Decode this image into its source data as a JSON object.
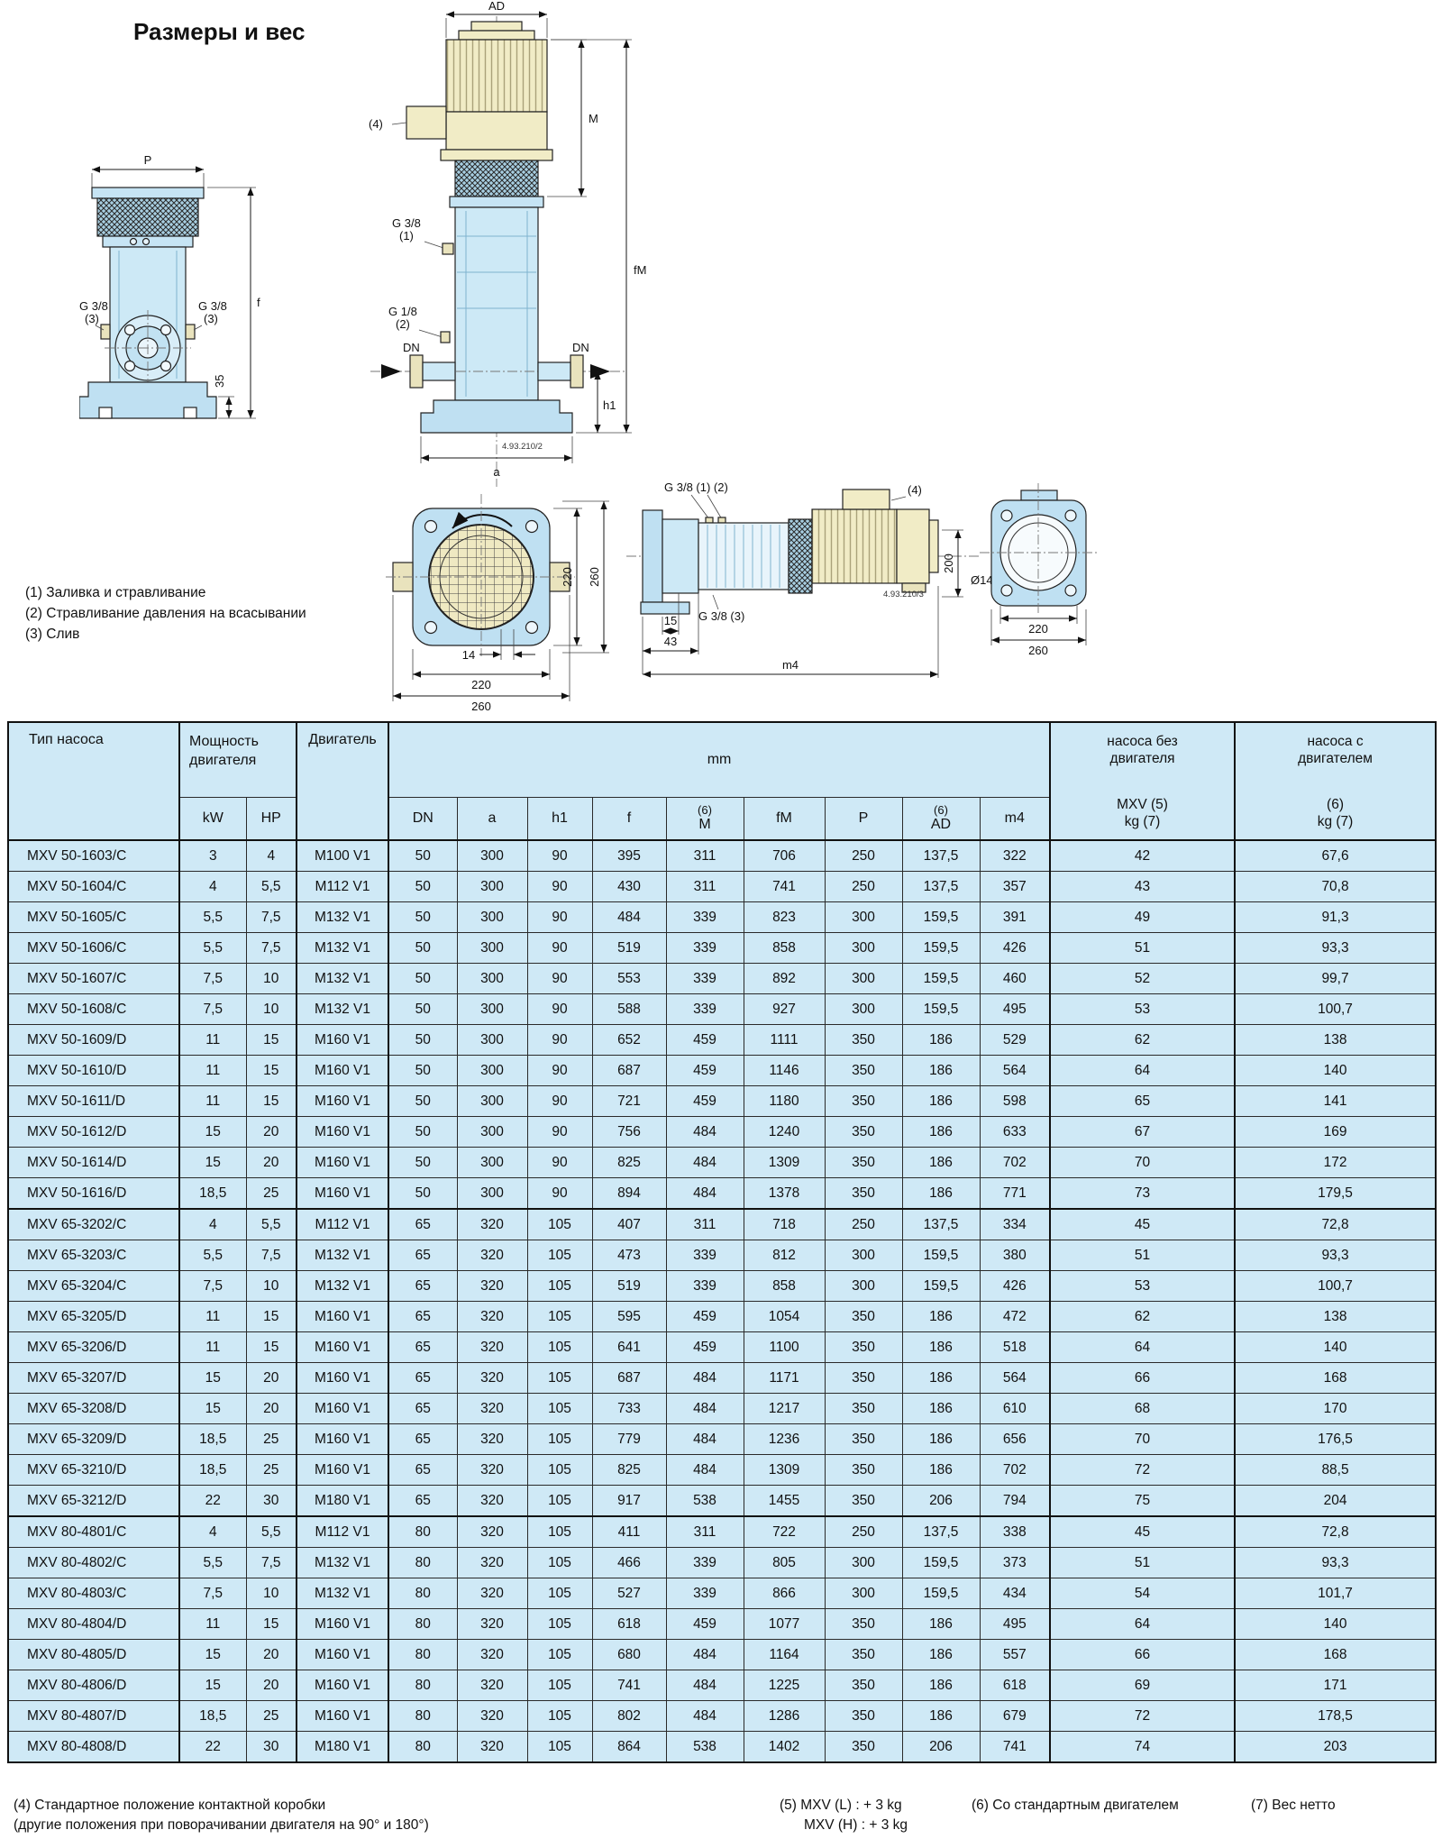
{
  "page": {
    "title": "Размеры и вес"
  },
  "legend": {
    "l1": "(1) Заливка и стравливание",
    "l2": "(2) Стравливание давления на всасывании",
    "l3": "(3) Слив"
  },
  "drawing": {
    "front": {
      "dim_p": "P",
      "dim_f": "f",
      "dim_35": "35",
      "g38": "G 3/8",
      "n3": "(3)"
    },
    "side": {
      "dim_ad": "AD",
      "dim_m": "M",
      "dim_fm": "fM",
      "dim_h1": "h1",
      "dim_a": "a",
      "dn": "DN",
      "g38": "G 3/8",
      "n1": "(1)",
      "g18": "G 1/8",
      "n2": "(2)",
      "n4": "(4)",
      "code": "4.93.210/2"
    },
    "top": {
      "d220": "220",
      "d260": "260",
      "d14": "14"
    },
    "horiz": {
      "g38_12": "G 3/8 (1) (2)",
      "g38_3": "G 3/8 (3)",
      "n4": "(4)",
      "code": "4.93.210/3",
      "d15": "15",
      "d43": "43",
      "dm4": "m4",
      "d200": "200",
      "dia14": "Ø14",
      "d220": "220",
      "d260": "260"
    }
  },
  "table": {
    "header": {
      "type": "Тип насоса",
      "power_l1": "Мощность",
      "power_l2": "двигателя",
      "kw": "kW",
      "hp": "HP",
      "motor": "Двигатель",
      "mm": "mm",
      "dn": "DN",
      "a": "a",
      "h1": "h1",
      "f": "f",
      "sup6": "(6)",
      "m": "M",
      "fm": "fM",
      "p": "P",
      "ad": "AD",
      "m4": "m4",
      "wo_l1": "насоса без",
      "wo_l2": "двигателя",
      "wo_l3": "MXV (5)",
      "wo_l4": "kg (7)",
      "w_l1": "насоса с",
      "w_l2": "двигателем",
      "w_l3": "(6)",
      "w_l4": "kg (7)"
    },
    "groups": [
      [
        [
          "MXV 50-1603/C",
          "3",
          "4",
          "M100 V1",
          "50",
          "300",
          "90",
          "395",
          "311",
          "706",
          "250",
          "137,5",
          "322",
          "42",
          "67,6"
        ],
        [
          "MXV 50-1604/C",
          "4",
          "5,5",
          "M112 V1",
          "50",
          "300",
          "90",
          "430",
          "311",
          "741",
          "250",
          "137,5",
          "357",
          "43",
          "70,8"
        ],
        [
          "MXV 50-1605/C",
          "5,5",
          "7,5",
          "M132 V1",
          "50",
          "300",
          "90",
          "484",
          "339",
          "823",
          "300",
          "159,5",
          "391",
          "49",
          "91,3"
        ],
        [
          "MXV 50-1606/C",
          "5,5",
          "7,5",
          "M132 V1",
          "50",
          "300",
          "90",
          "519",
          "339",
          "858",
          "300",
          "159,5",
          "426",
          "51",
          "93,3"
        ],
        [
          "MXV 50-1607/C",
          "7,5",
          "10",
          "M132 V1",
          "50",
          "300",
          "90",
          "553",
          "339",
          "892",
          "300",
          "159,5",
          "460",
          "52",
          "99,7"
        ],
        [
          "MXV 50-1608/C",
          "7,5",
          "10",
          "M132 V1",
          "50",
          "300",
          "90",
          "588",
          "339",
          "927",
          "300",
          "159,5",
          "495",
          "53",
          "100,7"
        ],
        [
          "MXV 50-1609/D",
          "11",
          "15",
          "M160 V1",
          "50",
          "300",
          "90",
          "652",
          "459",
          "1111",
          "350",
          "186",
          "529",
          "62",
          "138"
        ],
        [
          "MXV 50-1610/D",
          "11",
          "15",
          "M160 V1",
          "50",
          "300",
          "90",
          "687",
          "459",
          "1146",
          "350",
          "186",
          "564",
          "64",
          "140"
        ],
        [
          "MXV 50-1611/D",
          "11",
          "15",
          "M160 V1",
          "50",
          "300",
          "90",
          "721",
          "459",
          "1180",
          "350",
          "186",
          "598",
          "65",
          "141"
        ],
        [
          "MXV 50-1612/D",
          "15",
          "20",
          "M160 V1",
          "50",
          "300",
          "90",
          "756",
          "484",
          "1240",
          "350",
          "186",
          "633",
          "67",
          "169"
        ],
        [
          "MXV 50-1614/D",
          "15",
          "20",
          "M160 V1",
          "50",
          "300",
          "90",
          "825",
          "484",
          "1309",
          "350",
          "186",
          "702",
          "70",
          "172"
        ],
        [
          "MXV 50-1616/D",
          "18,5",
          "25",
          "M160 V1",
          "50",
          "300",
          "90",
          "894",
          "484",
          "1378",
          "350",
          "186",
          "771",
          "73",
          "179,5"
        ]
      ],
      [
        [
          "MXV 65-3202/C",
          "4",
          "5,5",
          "M112 V1",
          "65",
          "320",
          "105",
          "407",
          "311",
          "718",
          "250",
          "137,5",
          "334",
          "45",
          "72,8"
        ],
        [
          "MXV 65-3203/C",
          "5,5",
          "7,5",
          "M132 V1",
          "65",
          "320",
          "105",
          "473",
          "339",
          "812",
          "300",
          "159,5",
          "380",
          "51",
          "93,3"
        ],
        [
          "MXV 65-3204/C",
          "7,5",
          "10",
          "M132 V1",
          "65",
          "320",
          "105",
          "519",
          "339",
          "858",
          "300",
          "159,5",
          "426",
          "53",
          "100,7"
        ],
        [
          "MXV 65-3205/D",
          "11",
          "15",
          "M160 V1",
          "65",
          "320",
          "105",
          "595",
          "459",
          "1054",
          "350",
          "186",
          "472",
          "62",
          "138"
        ],
        [
          "MXV 65-3206/D",
          "11",
          "15",
          "M160 V1",
          "65",
          "320",
          "105",
          "641",
          "459",
          "1100",
          "350",
          "186",
          "518",
          "64",
          "140"
        ],
        [
          "MXV 65-3207/D",
          "15",
          "20",
          "M160 V1",
          "65",
          "320",
          "105",
          "687",
          "484",
          "1171",
          "350",
          "186",
          "564",
          "66",
          "168"
        ],
        [
          "MXV 65-3208/D",
          "15",
          "20",
          "M160 V1",
          "65",
          "320",
          "105",
          "733",
          "484",
          "1217",
          "350",
          "186",
          "610",
          "68",
          "170"
        ],
        [
          "MXV 65-3209/D",
          "18,5",
          "25",
          "M160 V1",
          "65",
          "320",
          "105",
          "779",
          "484",
          "1236",
          "350",
          "186",
          "656",
          "70",
          "176,5"
        ],
        [
          "MXV 65-3210/D",
          "18,5",
          "25",
          "M160 V1",
          "65",
          "320",
          "105",
          "825",
          "484",
          "1309",
          "350",
          "186",
          "702",
          "72",
          "88,5"
        ],
        [
          "MXV 65-3212/D",
          "22",
          "30",
          "M180 V1",
          "65",
          "320",
          "105",
          "917",
          "538",
          "1455",
          "350",
          "206",
          "794",
          "75",
          "204"
        ]
      ],
      [
        [
          "MXV 80-4801/C",
          "4",
          "5,5",
          "M112 V1",
          "80",
          "320",
          "105",
          "411",
          "311",
          "722",
          "250",
          "137,5",
          "338",
          "45",
          "72,8"
        ],
        [
          "MXV 80-4802/C",
          "5,5",
          "7,5",
          "M132 V1",
          "80",
          "320",
          "105",
          "466",
          "339",
          "805",
          "300",
          "159,5",
          "373",
          "51",
          "93,3"
        ],
        [
          "MXV 80-4803/C",
          "7,5",
          "10",
          "M132 V1",
          "80",
          "320",
          "105",
          "527",
          "339",
          "866",
          "300",
          "159,5",
          "434",
          "54",
          "101,7"
        ],
        [
          "MXV 80-4804/D",
          "11",
          "15",
          "M160 V1",
          "80",
          "320",
          "105",
          "618",
          "459",
          "1077",
          "350",
          "186",
          "495",
          "64",
          "140"
        ],
        [
          "MXV 80-4805/D",
          "15",
          "20",
          "M160 V1",
          "80",
          "320",
          "105",
          "680",
          "484",
          "1164",
          "350",
          "186",
          "557",
          "66",
          "168"
        ],
        [
          "MXV 80-4806/D",
          "15",
          "20",
          "M160 V1",
          "80",
          "320",
          "105",
          "741",
          "484",
          "1225",
          "350",
          "186",
          "618",
          "69",
          "171"
        ],
        [
          "MXV 80-4807/D",
          "18,5",
          "25",
          "M160 V1",
          "80",
          "320",
          "105",
          "802",
          "484",
          "1286",
          "350",
          "186",
          "679",
          "72",
          "178,5"
        ],
        [
          "MXV 80-4808/D",
          "22",
          "30",
          "M180 V1",
          "80",
          "320",
          "105",
          "864",
          "538",
          "1402",
          "350",
          "206",
          "741",
          "74",
          "203"
        ]
      ]
    ]
  },
  "footnotes": {
    "f4_l1": "(4) Стандартное положение контактной коробки",
    "f4_l2": "(другие положения при поворачивании двигателя на 90° и 180°)",
    "f5_l1": "(5) MXV (L) : + 3 kg",
    "f5_l2": "MXV (H) : + 3 kg",
    "f6": "(6) Со стандартным двигателем",
    "f7": "(7) Вес нетто"
  }
}
